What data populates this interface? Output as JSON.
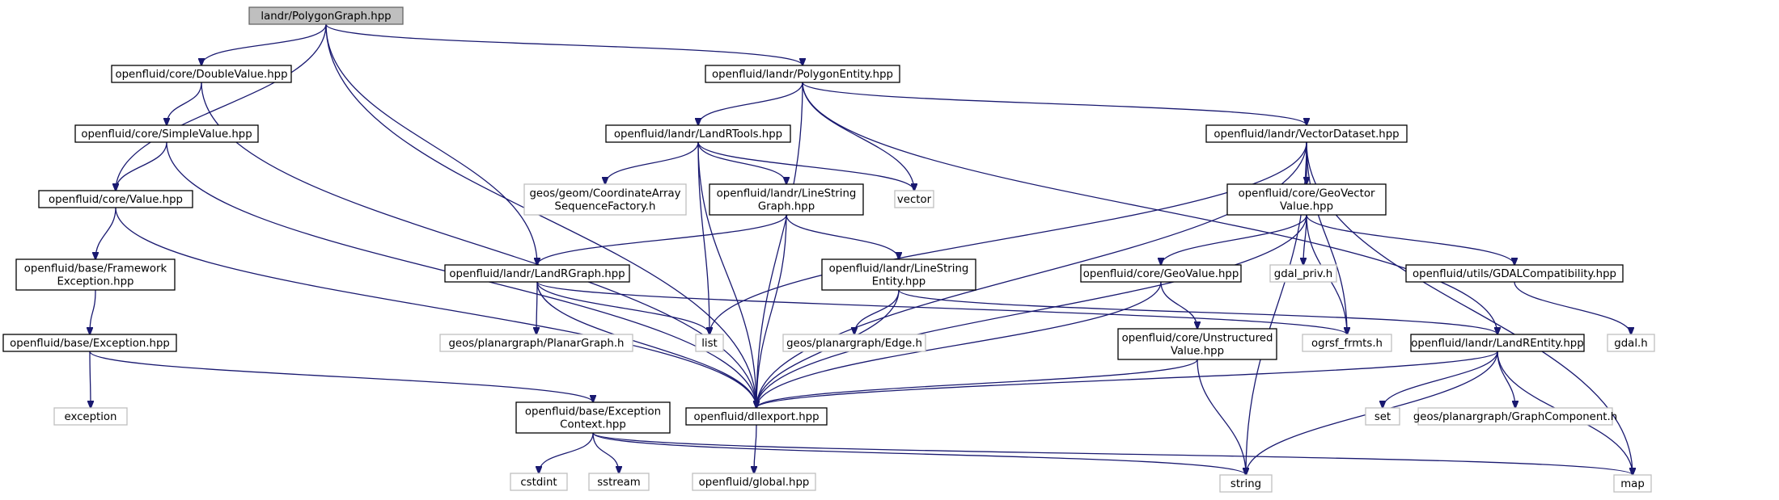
{
  "colors": {
    "edge": "#191970",
    "box_border": "#000000",
    "system_border": "#bfbfbf",
    "root_fill": "#bfbfbf",
    "box_fill": "#ffffff"
  },
  "nodes": [
    {
      "id": "n0",
      "kind": "root",
      "lines": [
        "landr/PolygonGraph.hpp"
      ]
    },
    {
      "id": "n1",
      "kind": "file",
      "lines": [
        "openfluid/core/DoubleValue.hpp"
      ]
    },
    {
      "id": "n2",
      "kind": "file",
      "lines": [
        "openfluid/landr/PolygonEntity.hpp"
      ]
    },
    {
      "id": "n3",
      "kind": "file",
      "lines": [
        "openfluid/core/SimpleValue.hpp"
      ]
    },
    {
      "id": "n4",
      "kind": "file",
      "lines": [
        "openfluid/landr/LandRTools.hpp"
      ]
    },
    {
      "id": "n5",
      "kind": "file",
      "lines": [
        "openfluid/landr/VectorDataset.hpp"
      ]
    },
    {
      "id": "n6",
      "kind": "file",
      "lines": [
        "openfluid/core/Value.hpp"
      ]
    },
    {
      "id": "n7",
      "kind": "system",
      "lines": [
        "geos/geom/CoordinateArray",
        "SequenceFactory.h"
      ]
    },
    {
      "id": "n8",
      "kind": "file",
      "lines": [
        "openfluid/landr/LineString",
        "Graph.hpp"
      ]
    },
    {
      "id": "n9",
      "kind": "system",
      "lines": [
        "vector"
      ]
    },
    {
      "id": "n10",
      "kind": "file",
      "lines": [
        "openfluid/core/GeoVector",
        "Value.hpp"
      ]
    },
    {
      "id": "n11",
      "kind": "file",
      "lines": [
        "openfluid/base/Framework",
        "Exception.hpp"
      ]
    },
    {
      "id": "n12",
      "kind": "file",
      "lines": [
        "openfluid/landr/LandRGraph.hpp"
      ]
    },
    {
      "id": "n13",
      "kind": "file",
      "lines": [
        "openfluid/landr/LineString",
        "Entity.hpp"
      ]
    },
    {
      "id": "n14",
      "kind": "file",
      "lines": [
        "openfluid/core/GeoValue.hpp"
      ]
    },
    {
      "id": "n15",
      "kind": "system",
      "lines": [
        "gdal_priv.h"
      ]
    },
    {
      "id": "n16",
      "kind": "file",
      "lines": [
        "openfluid/utils/GDALCompatibility.hpp"
      ]
    },
    {
      "id": "n17",
      "kind": "file",
      "lines": [
        "openfluid/base/Exception.hpp"
      ]
    },
    {
      "id": "n18",
      "kind": "system",
      "lines": [
        "geos/planargraph/PlanarGraph.h"
      ]
    },
    {
      "id": "n19",
      "kind": "system",
      "lines": [
        "list"
      ]
    },
    {
      "id": "n20",
      "kind": "system",
      "lines": [
        "geos/planargraph/Edge.h"
      ]
    },
    {
      "id": "n21",
      "kind": "file",
      "lines": [
        "openfluid/core/Unstructured",
        "Value.hpp"
      ]
    },
    {
      "id": "n22",
      "kind": "system",
      "lines": [
        "ogrsf_frmts.h"
      ]
    },
    {
      "id": "n23",
      "kind": "file",
      "lines": [
        "openfluid/landr/LandREntity.hpp"
      ]
    },
    {
      "id": "n24",
      "kind": "system",
      "lines": [
        "gdal.h"
      ]
    },
    {
      "id": "n25",
      "kind": "system",
      "lines": [
        "exception"
      ]
    },
    {
      "id": "n26",
      "kind": "file",
      "lines": [
        "openfluid/base/Exception",
        "Context.hpp"
      ]
    },
    {
      "id": "n27",
      "kind": "file",
      "lines": [
        "openfluid/dllexport.hpp"
      ]
    },
    {
      "id": "n28",
      "kind": "system",
      "lines": [
        "set"
      ]
    },
    {
      "id": "n29",
      "kind": "system",
      "lines": [
        "geos/planargraph/GraphComponent.h"
      ]
    },
    {
      "id": "n30",
      "kind": "system",
      "lines": [
        "cstdint"
      ]
    },
    {
      "id": "n31",
      "kind": "system",
      "lines": [
        "sstream"
      ]
    },
    {
      "id": "n32",
      "kind": "system",
      "lines": [
        "openfluid/global.hpp"
      ]
    },
    {
      "id": "n33",
      "kind": "system",
      "lines": [
        "string"
      ]
    },
    {
      "id": "n34",
      "kind": "system",
      "lines": [
        "map"
      ]
    }
  ],
  "edges": [
    [
      "n0",
      "n1"
    ],
    [
      "n0",
      "n2"
    ],
    [
      "n0",
      "n6"
    ],
    [
      "n0",
      "n12"
    ],
    [
      "n0",
      "n27"
    ],
    [
      "n1",
      "n3"
    ],
    [
      "n1",
      "n27"
    ],
    [
      "n3",
      "n6"
    ],
    [
      "n3",
      "n27"
    ],
    [
      "n6",
      "n11"
    ],
    [
      "n6",
      "n27"
    ],
    [
      "n11",
      "n17"
    ],
    [
      "n17",
      "n25"
    ],
    [
      "n17",
      "n26"
    ],
    [
      "n26",
      "n30"
    ],
    [
      "n26",
      "n31"
    ],
    [
      "n26",
      "n33"
    ],
    [
      "n26",
      "n34"
    ],
    [
      "n27",
      "n32"
    ],
    [
      "n2",
      "n4"
    ],
    [
      "n2",
      "n5"
    ],
    [
      "n2",
      "n9"
    ],
    [
      "n2",
      "n23"
    ],
    [
      "n2",
      "n27"
    ],
    [
      "n4",
      "n7"
    ],
    [
      "n4",
      "n8"
    ],
    [
      "n4",
      "n9"
    ],
    [
      "n4",
      "n19"
    ],
    [
      "n4",
      "n27"
    ],
    [
      "n8",
      "n12"
    ],
    [
      "n8",
      "n13"
    ],
    [
      "n8",
      "n27"
    ],
    [
      "n12",
      "n18"
    ],
    [
      "n12",
      "n19"
    ],
    [
      "n12",
      "n22"
    ],
    [
      "n12",
      "n27"
    ],
    [
      "n13",
      "n20"
    ],
    [
      "n13",
      "n23"
    ],
    [
      "n13",
      "n27"
    ],
    [
      "n5",
      "n10"
    ],
    [
      "n5",
      "n19"
    ],
    [
      "n5",
      "n22"
    ],
    [
      "n5",
      "n27"
    ],
    [
      "n5",
      "n33"
    ],
    [
      "n5",
      "n34"
    ],
    [
      "n10",
      "n14"
    ],
    [
      "n10",
      "n15"
    ],
    [
      "n10",
      "n16"
    ],
    [
      "n10",
      "n22"
    ],
    [
      "n10",
      "n27"
    ],
    [
      "n14",
      "n21"
    ],
    [
      "n14",
      "n27"
    ],
    [
      "n21",
      "n27"
    ],
    [
      "n21",
      "n33"
    ],
    [
      "n16",
      "n24"
    ],
    [
      "n23",
      "n27"
    ],
    [
      "n23",
      "n28"
    ],
    [
      "n23",
      "n29"
    ],
    [
      "n23",
      "n33"
    ],
    [
      "n23",
      "n34"
    ]
  ]
}
